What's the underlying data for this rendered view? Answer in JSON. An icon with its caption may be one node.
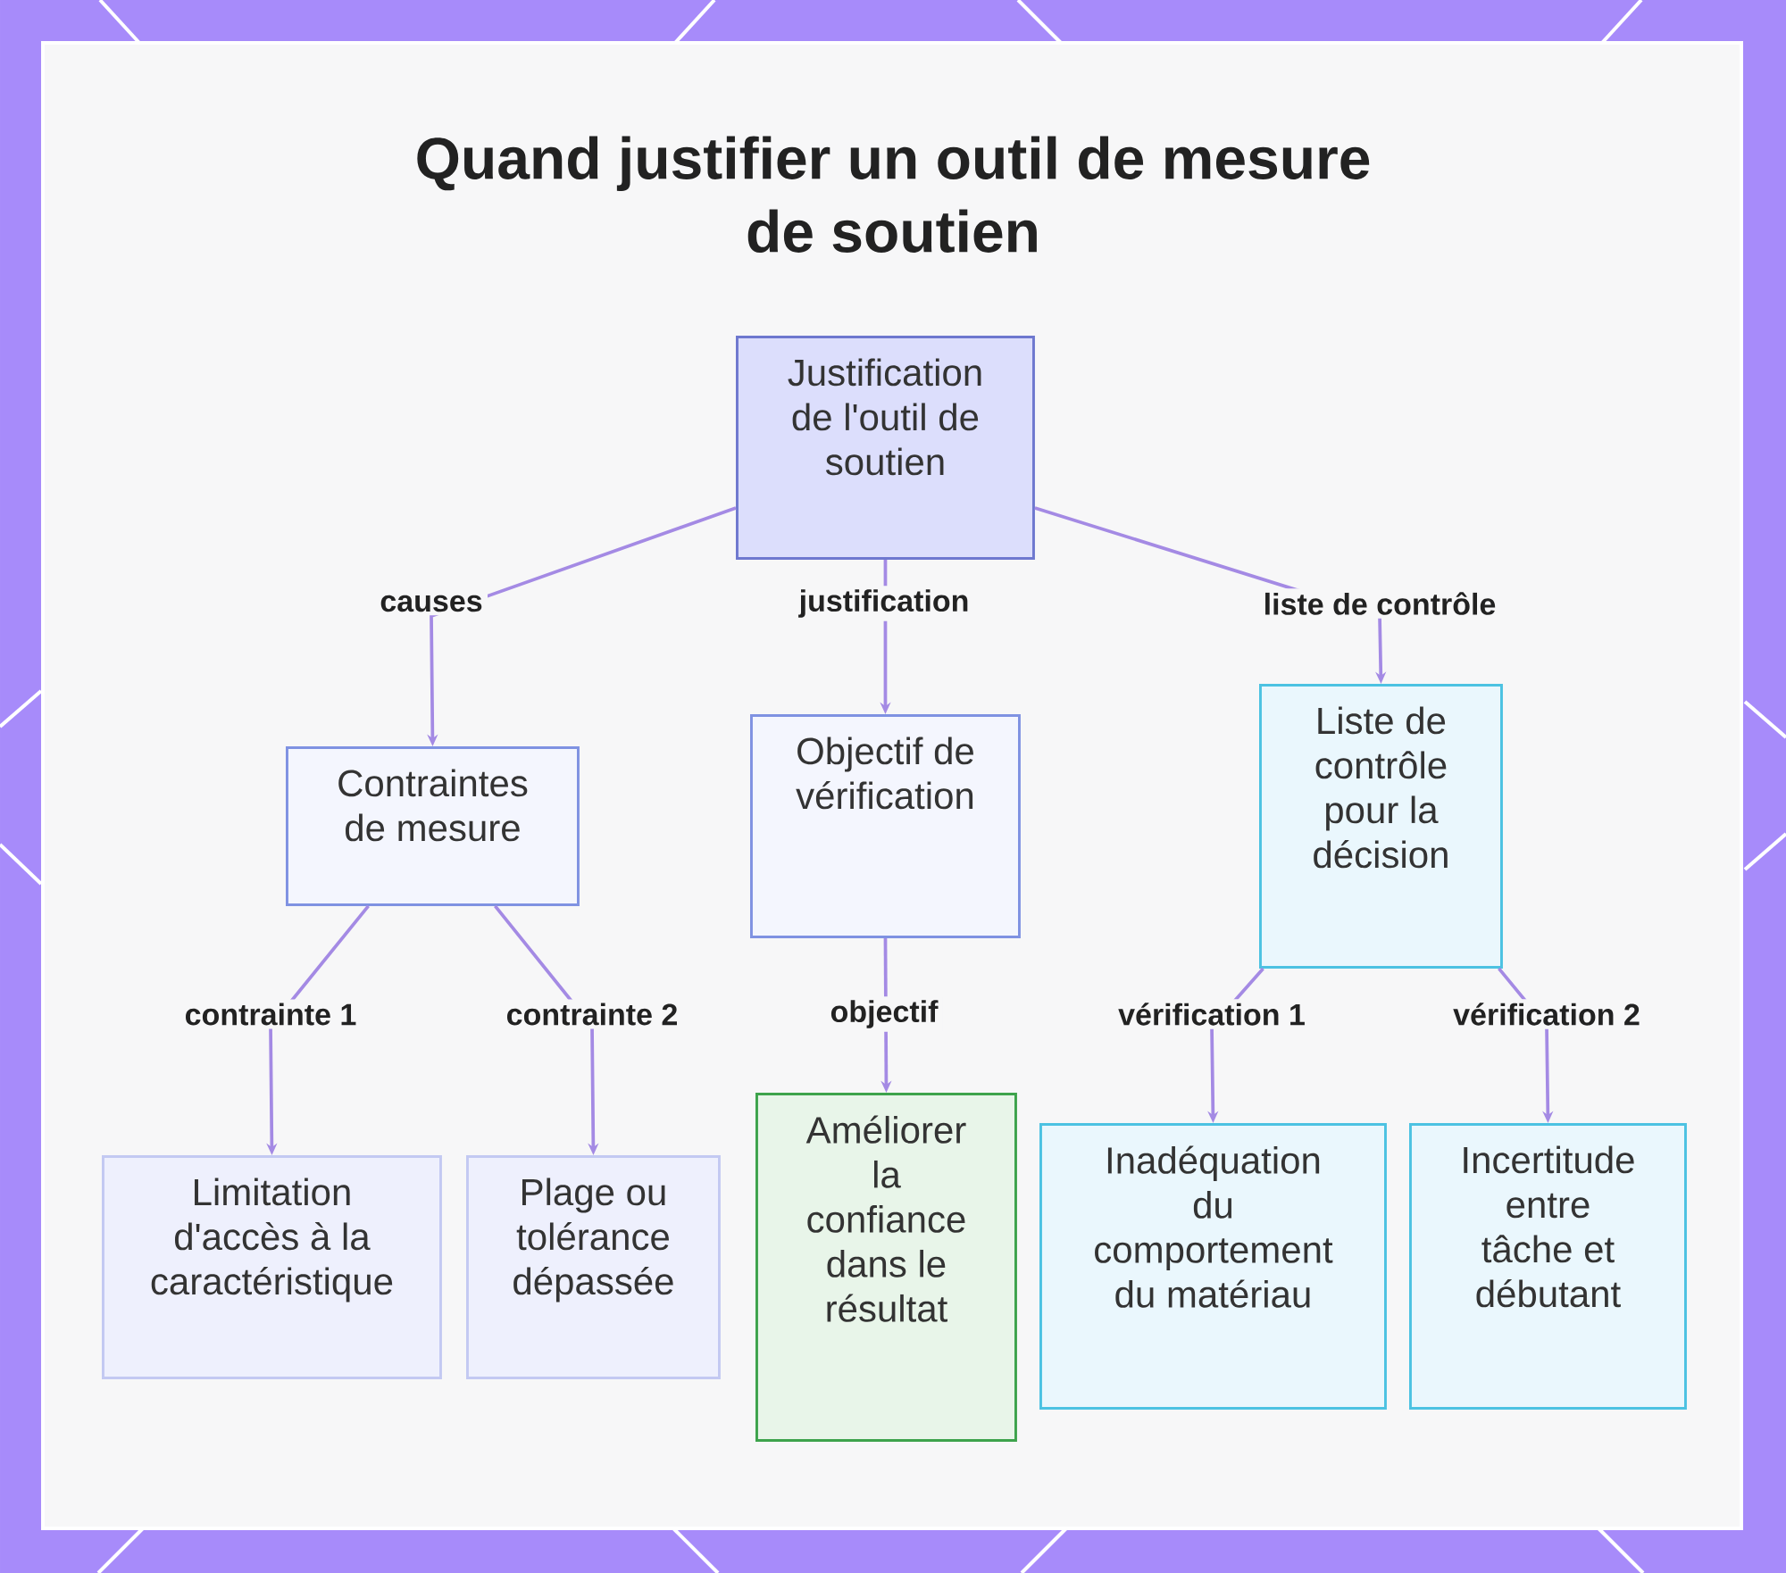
{
  "diagram": {
    "title": "Quand justifier un outil de mesure de soutien",
    "nodes": [
      {
        "text": [
          "Justification de l'outil de soutien"
        ]
      },
      {
        "text": [
          "Contraintes de mesure"
        ]
      },
      {
        "text": [
          "Objectif de vérification"
        ]
      },
      {
        "text": [
          "Liste de contrôle pour la décision"
        ]
      },
      {
        "text": [
          "Limitation d'accès à la caractéristique"
        ]
      },
      {
        "text": [
          "Plage ou tolérance dépassée"
        ]
      },
      {
        "text": [
          "Améliorer la confiance dans le résultat"
        ]
      },
      {
        "text": [
          "Inadéquation du comportement du matériau"
        ]
      },
      {
        "text": [
          "Incertitude entre tâche et débutant"
        ]
      }
    ],
    "edges": [
      {
        "from": 0,
        "to": 1,
        "arrow": "to",
        "label": "causes"
      },
      {
        "from": 0,
        "to": 2,
        "arrow": "to",
        "label": "justification"
      },
      {
        "from": 0,
        "to": 3,
        "arrow": "to",
        "label": "liste de contrôle"
      },
      {
        "from": 1,
        "to": 4,
        "arrow": "to",
        "label": "contrainte 1"
      },
      {
        "from": 1,
        "to": 5,
        "arrow": "to",
        "label": "contrainte 2"
      },
      {
        "from": 2,
        "to": 6,
        "arrow": "to",
        "label": "objectif"
      },
      {
        "from": 3,
        "to": 7,
        "arrow": "to",
        "label": "vérification 1"
      },
      {
        "from": 3,
        "to": 8,
        "arrow": "to",
        "label": "vérification 2"
      }
    ]
  }
}
